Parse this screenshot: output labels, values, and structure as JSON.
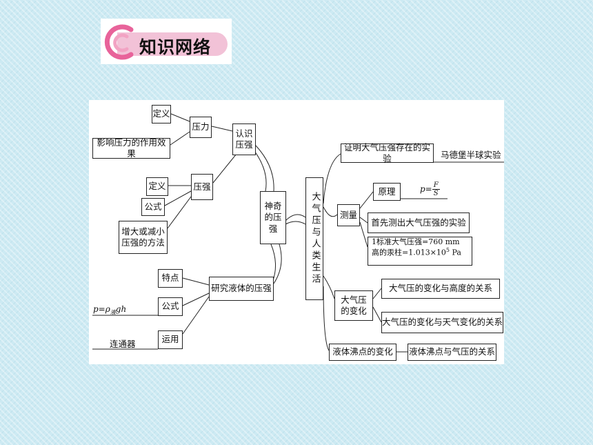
{
  "header": {
    "title": "知识网络",
    "colors": {
      "bar": "#f2c2d7",
      "logo": "#e8639a"
    }
  },
  "map": {
    "center": "神奇的压强",
    "recognize": "认识压强",
    "pressure_force": "压力",
    "pf_definition": "定义",
    "pf_effect": "影响压力的作用效果",
    "pressure": "压强",
    "p_definition": "定义",
    "p_formula": "公式",
    "p_methods_line1": "增大或减小",
    "p_methods_line2": "压强的方法",
    "liquid": "研究液体的压强",
    "liquid_feature": "特点",
    "liquid_formula": "公式",
    "liquid_formula_value": {
      "p": "p=ρ",
      "sub": "液",
      "rest": "gh"
    },
    "liquid_application": "运用",
    "liquid_application_value": "连通器",
    "atmosphere": "大气压与人类生活",
    "proof": "证明大气压强存在的实验",
    "proof_value": "马德堡半球实验",
    "measure": "测量",
    "principle": "原理",
    "principle_formula": {
      "lhs": "p=",
      "num": "F",
      "den": "S"
    },
    "first_measure": "首先测出大气压强的实验",
    "standard_line1": "1标准大气压强=760 mm",
    "standard_line2_a": "高的汞柱=1.013×10",
    "standard_line2_exp": "5",
    "standard_line2_b": " Pa",
    "change": "大气压的变化",
    "change_height": "大气压的变化与高度的关系",
    "change_weather": "大气压的变化与天气变化的关系",
    "boiling": "液体沸点的变化",
    "boiling_relation": "液体沸点与气压的关系"
  }
}
